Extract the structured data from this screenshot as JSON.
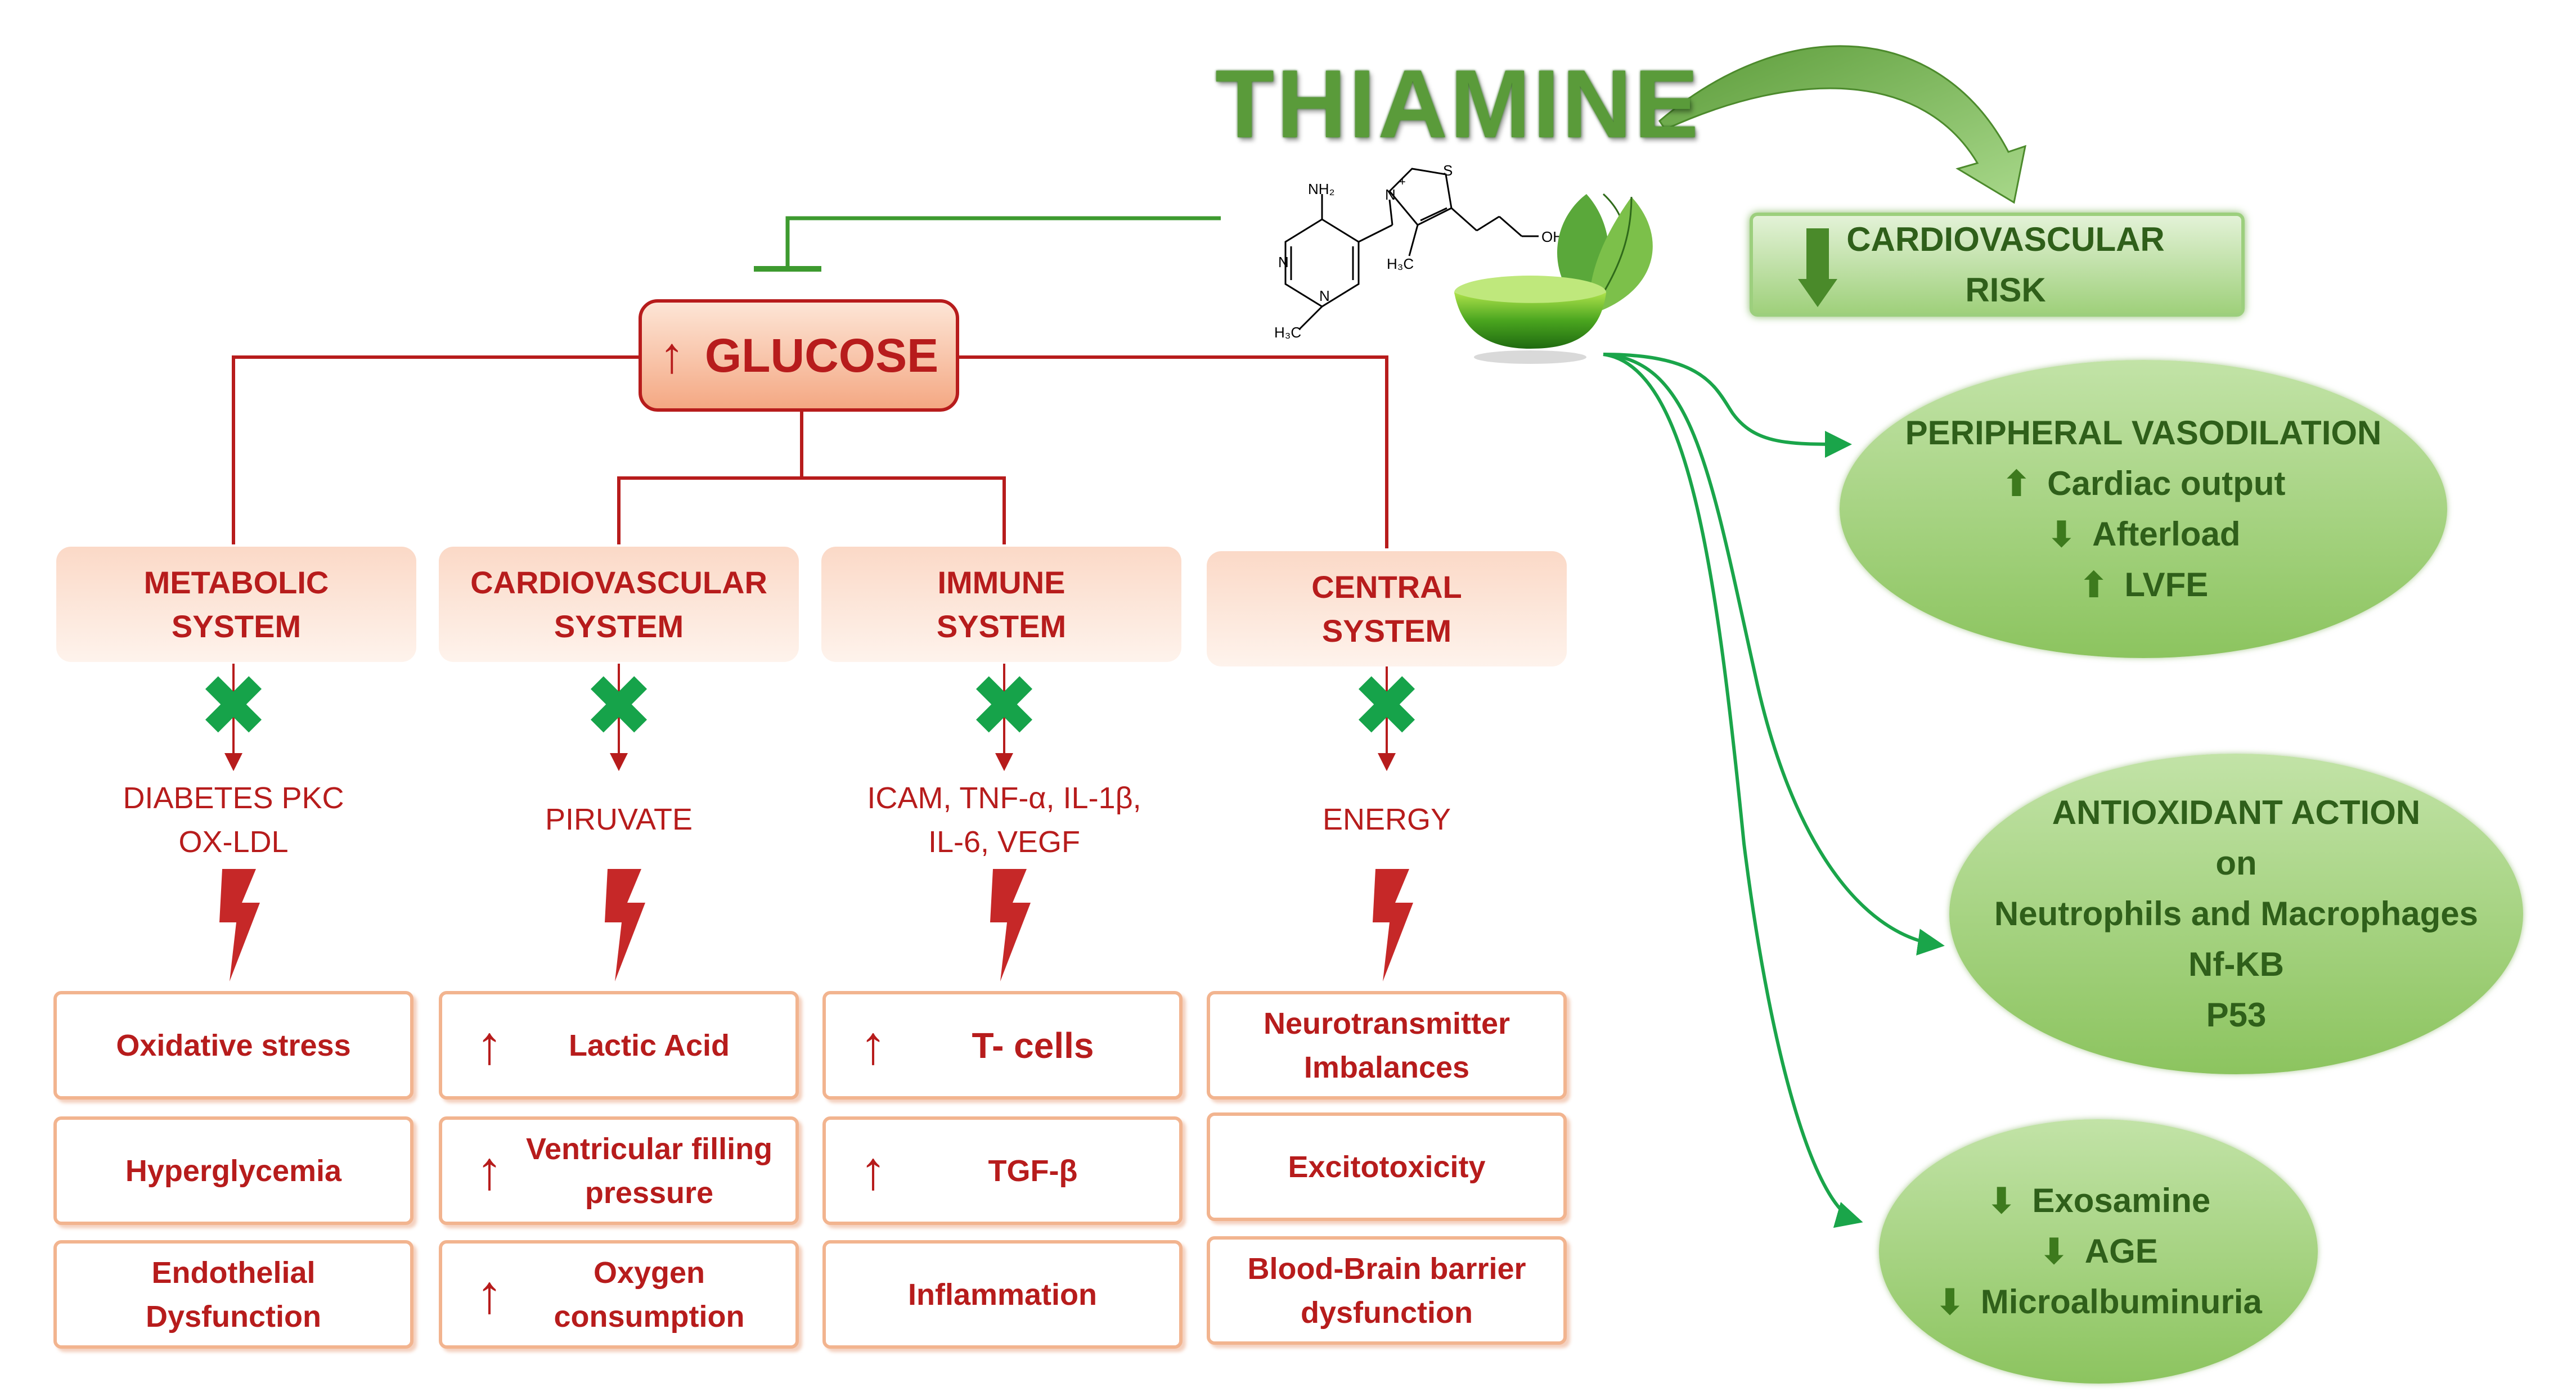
{
  "title": "THIAMINE",
  "molecule": {
    "labels": [
      "NH₂",
      "N",
      "N",
      "H₃C",
      "N",
      "S",
      "H₃C",
      "OH",
      "+"
    ]
  },
  "glucose": {
    "label": "GLUCOSE",
    "arrow": "↑"
  },
  "systems": [
    {
      "label": "METABOLIC\nSYSTEM",
      "markers": "DIABETES  PKC\nOX-LDL",
      "effects": [
        {
          "text": "Oxidative stress",
          "up": false
        },
        {
          "text": "Hyperglycemia",
          "up": false
        },
        {
          "text": "Endothelial\nDysfunction",
          "up": false
        }
      ]
    },
    {
      "label": "CARDIOVASCULAR\nSYSTEM",
      "markers": "PIRUVATE",
      "effects": [
        {
          "text": "Lactic Acid",
          "up": true
        },
        {
          "text": "Ventricular filling\npressure",
          "up": true
        },
        {
          "text": "Oxygen\nconsumption",
          "up": true
        }
      ]
    },
    {
      "label": "IMMUNE\nSYSTEM",
      "markers": "ICAM, TNF-α, IL-1β,\nIL-6, VEGF",
      "effects": [
        {
          "text": "T- cells",
          "up": true
        },
        {
          "text": "TGF-β",
          "up": true
        },
        {
          "text": "Inflammation",
          "up": false
        }
      ]
    },
    {
      "label": "CENTRAL\nSYSTEM",
      "markers": "ENERGY",
      "effects": [
        {
          "text": "Neurotransmitter\nImbalances",
          "up": false
        },
        {
          "text": "Excitotoxicity",
          "up": false
        },
        {
          "text": "Blood-Brain barrier\ndysfunction",
          "up": false
        }
      ]
    }
  ],
  "up_arrow": "↑",
  "cardiovascular_risk": {
    "label": "CARDIOVASCULAR\nRISK",
    "direction": "down"
  },
  "vasodilation": {
    "title": "PERIPHERAL VASODILATION",
    "items": [
      {
        "arrow": "⬆",
        "text": "Cardiac output"
      },
      {
        "arrow": "⬇",
        "text": "Afterload"
      },
      {
        "arrow": "⬆",
        "text": "LVFE"
      }
    ]
  },
  "antioxidant": {
    "lines": [
      "ANTIOXIDANT ACTION",
      "on",
      "Neutrophils and Macrophages",
      "Nf-KB",
      "P53"
    ]
  },
  "markers_down": {
    "items": [
      {
        "arrow": "⬇",
        "text": "Exosamine"
      },
      {
        "arrow": "⬇",
        "text": "AGE"
      },
      {
        "arrow": "⬇",
        "text": "Microalbuminuria"
      }
    ]
  },
  "colors": {
    "red": "#b71c1c",
    "green_text": "#2f5f1a",
    "green_line": "#1aa54a",
    "inhibit_line": "#3d9a2f",
    "x_mark": "#16a34a"
  }
}
